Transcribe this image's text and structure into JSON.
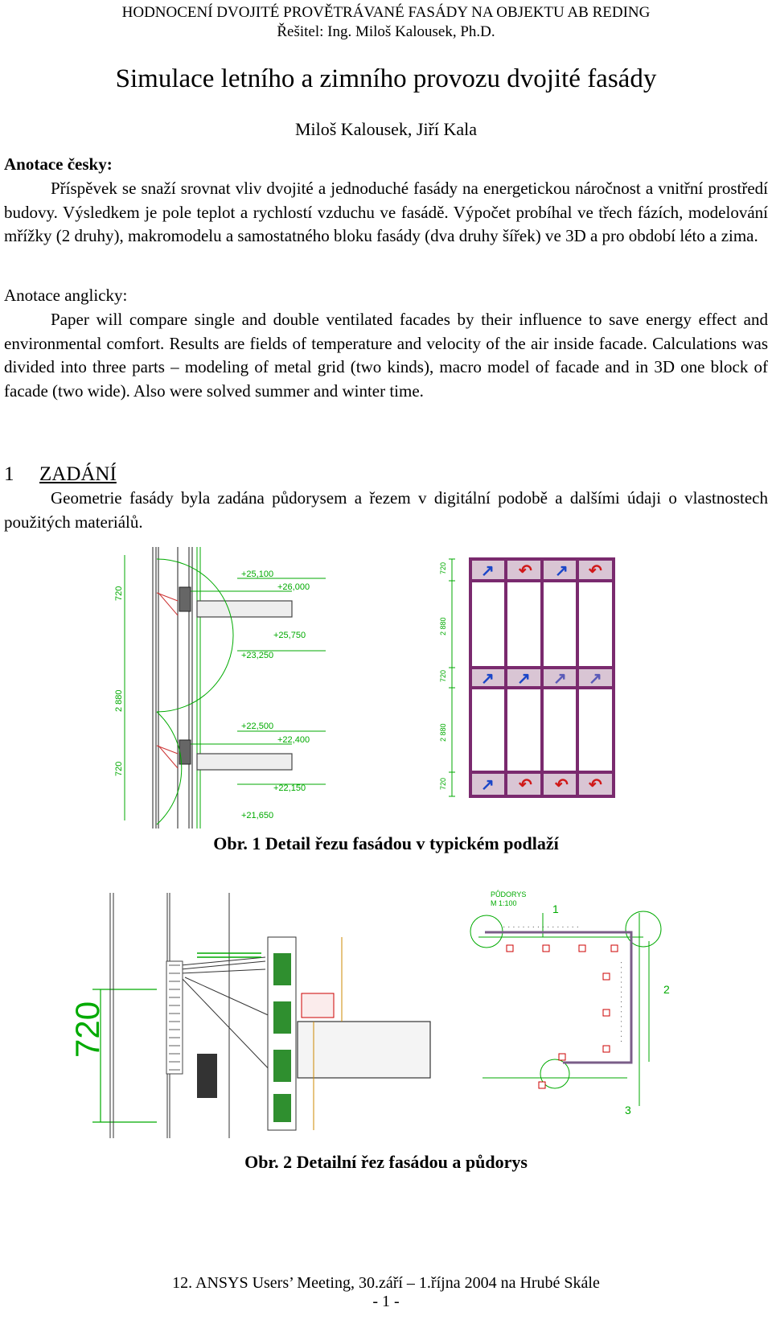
{
  "header": {
    "line1": "HODNOCENÍ DVOJITÉ PROVĚTRÁVANÉ FASÁDY NA OBJEKTU AB REDING",
    "line2": "Řešitel: Ing. Miloš Kalousek, Ph.D."
  },
  "title": "Simulace letního a zimního provozu dvojité fasády",
  "authors": "Miloš Kalousek, Jiří Kala",
  "abstract_cz": {
    "heading": "Anotace česky:",
    "text": "Příspěvek se snaží srovnat vliv dvojité a jednoduché fasády na energetickou náročnost a vnitřní prostředí budovy. Výsledkem je pole teplot a rychlostí vzduchu ve fasádě. Výpočet probíhal ve třech fázích, modelování mřížky (2 druhy), makromodelu a samostatného bloku fasády (dva druhy šířek) ve 3D a pro období léto a zima."
  },
  "abstract_en": {
    "heading": "Anotace anglicky:",
    "text": "Paper will compare single and double ventilated facades by their influence to save energy effect and environmental comfort. Results are fields of temperature and velocity of the air inside facade. Calculations was divided into three parts – modeling of metal grid (two kinds), macro model of facade and in 3D one block of facade (two wide). Also were solved summer and winter time."
  },
  "section1": {
    "number": "1",
    "title": "ZADÁNÍ",
    "text": "Geometrie fasády byla zadána půdorysem a řezem v digitální podobě a dalšími údaji o vlastnostech použitých materiálů."
  },
  "figure1": {
    "caption": "Obr. 1  Detail řezu fasádou v typickém podlaží",
    "levels": [
      "+25,100",
      "+26,000",
      "+25,750",
      "+23,250",
      "+22,500",
      "+22,400",
      "+22,150",
      "+21,650"
    ],
    "dims_left": [
      "720",
      "2 880",
      "720"
    ],
    "dims_right": [
      "720",
      "2 880",
      "720",
      "2 880",
      "720"
    ]
  },
  "figure2": {
    "caption": "Obr. 2  Detailní řez fasádou a půdorys",
    "dim_big": "720",
    "plan_label": "PŮDORYS",
    "plan_scale": "M 1:100"
  },
  "footer": {
    "line1": "12. ANSYS Users’ Meeting, 30.září – 1.října 2004 na Hrubé Skále",
    "page": "- 1 -"
  }
}
